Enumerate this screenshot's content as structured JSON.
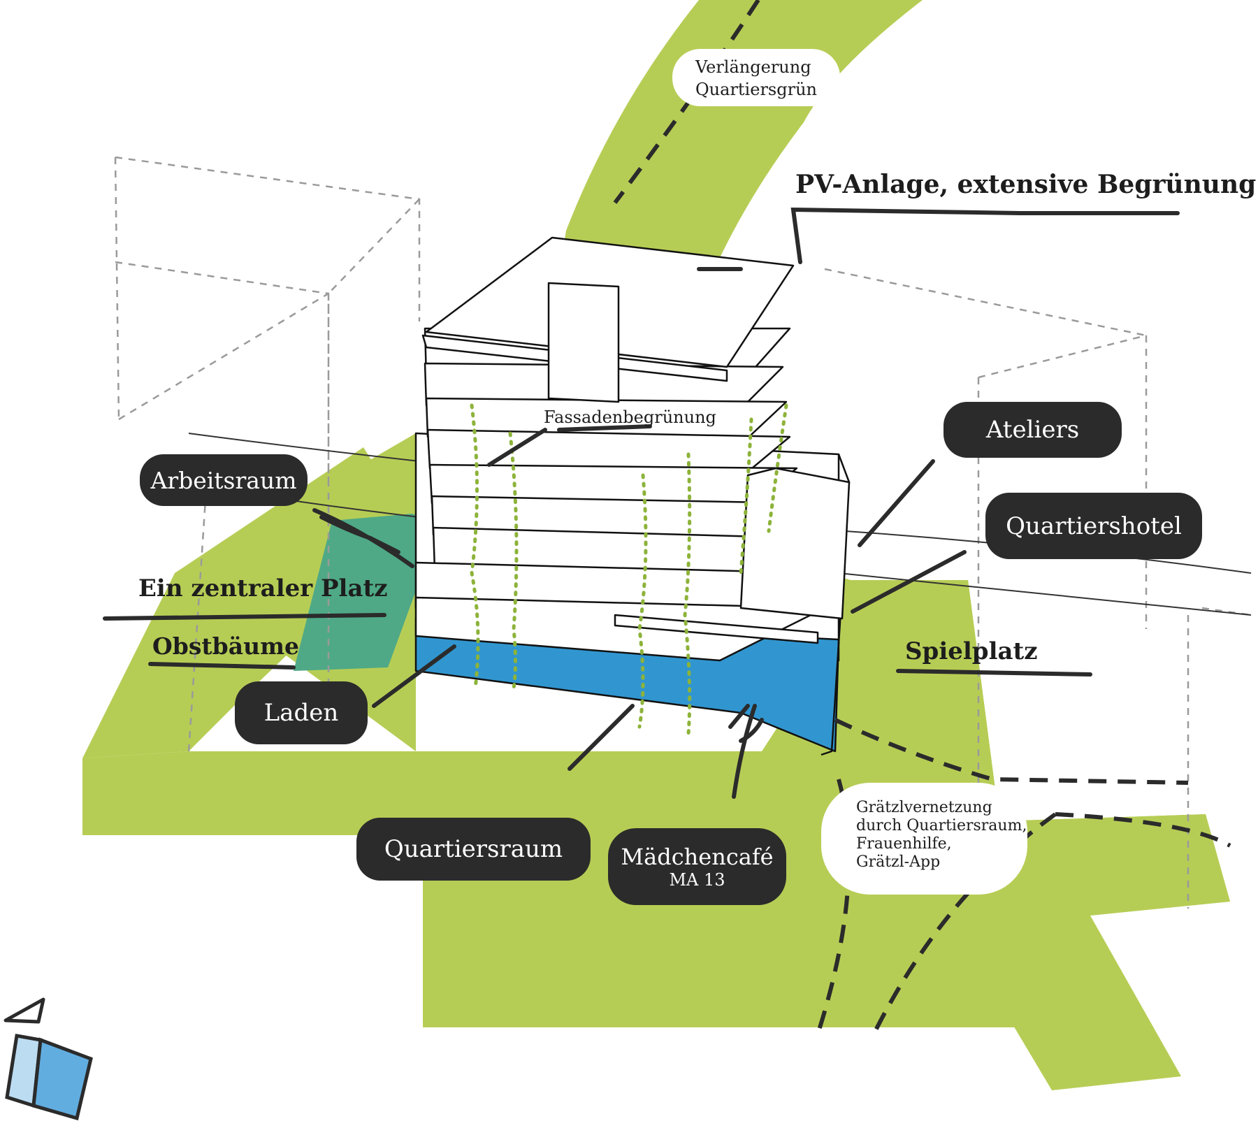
{
  "labels": {
    "green_extension": [
      "Verlängerung",
      "Quartiersgrün"
    ],
    "roof": "PV-Anlage, extensive Begrünung",
    "facade": "Fassadenbegrünung",
    "arbeitsraum": "Arbeitsraum",
    "ateliers": "Ateliers",
    "quartiershotel": "Quartiershotel",
    "zentraler_platz": "Ein zentraler Platz",
    "obstbaeume": "Obstbäume",
    "spielplatz": "Spielplatz",
    "laden": "Laden",
    "quartiersraum": "Quartiersraum",
    "maedchencafe": "Mädchencafé",
    "ma13": "MA 13",
    "network": [
      "Grätzlvernetzung",
      "durch Quartiersraum,",
      "Frauenhilfe,",
      "Grätzl-App"
    ]
  },
  "colors": {
    "green": "#b6cd55",
    "teal": "#4fa986",
    "blue": "#3196d0",
    "dark": "#2b2b2b",
    "light_blue": "#bcdcf2",
    "mid_blue": "#62ade0"
  },
  "icons": [
    "compass-arrow-icon",
    "pv-panel-icon"
  ]
}
